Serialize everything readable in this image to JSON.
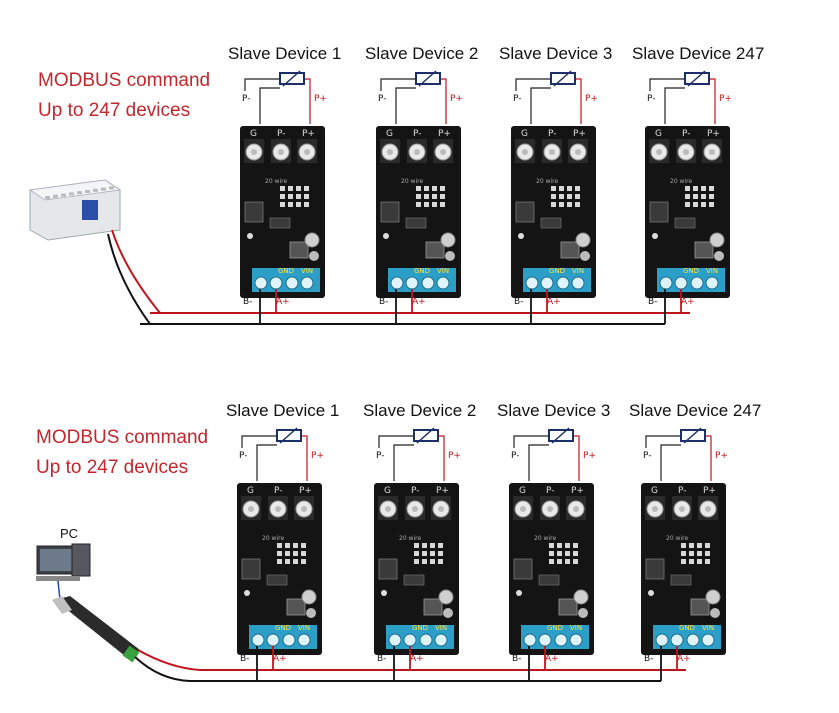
{
  "panels": [
    {
      "command": [
        "MODBUS command",
        "Up to 247 devices"
      ],
      "devices": [
        "Slave Device 1",
        "Slave Device 2",
        "Slave Device 3",
        "Slave Device 247"
      ],
      "master": "plc"
    },
    {
      "command": [
        "MODBUS command",
        "Up to 247 devices"
      ],
      "devices": [
        "Slave Device 1",
        "Slave Device 2",
        "Slave Device 3",
        "Slave Device 247"
      ],
      "master": "pc",
      "master_label": "PC"
    }
  ],
  "terminals": {
    "top": [
      "G",
      "P-",
      "P+"
    ],
    "top_green": [
      "GND",
      "P-",
      "P+"
    ],
    "bottom": [
      "GND",
      "VIN"
    ],
    "bus_minus": "B-",
    "bus_plus": "A+",
    "probe_minus": "P-",
    "probe_plus": "P+"
  },
  "colors": {
    "command_text": "#c2272d",
    "wire_red": "#c0141c",
    "wire_black": "#111111",
    "board": "#141414",
    "terminal_block": "#2b9fc8",
    "resistor": "#1d2f6b"
  }
}
